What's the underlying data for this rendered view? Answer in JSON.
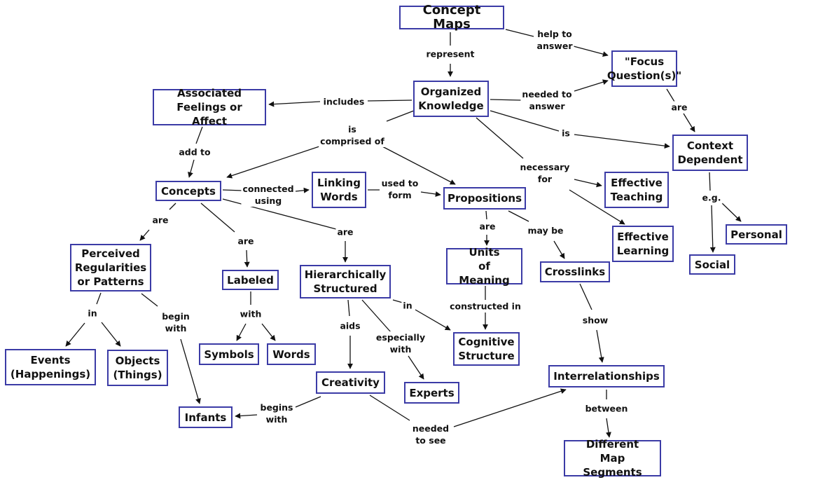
{
  "title": "Concept Maps",
  "colors": {
    "node_border": "#3b3ba6",
    "line": "#111111",
    "text": "#111111"
  },
  "nodes": [
    {
      "id": "concept-maps",
      "label": "Concept Maps"
    },
    {
      "id": "focus-questions",
      "label": "\"Focus\nQuestion(s)\""
    },
    {
      "id": "organized-knowledge",
      "label": "Organized\nKnowledge"
    },
    {
      "id": "associated-feelings",
      "label": "Associated\nFeelings or Affect"
    },
    {
      "id": "context-dependent",
      "label": "Context\nDependent"
    },
    {
      "id": "concepts",
      "label": "Concepts"
    },
    {
      "id": "linking-words",
      "label": "Linking\nWords"
    },
    {
      "id": "propositions",
      "label": "Propositions"
    },
    {
      "id": "effective-teaching",
      "label": "Effective\nTeaching"
    },
    {
      "id": "effective-learning",
      "label": "Effective\nLearning"
    },
    {
      "id": "personal",
      "label": "Personal"
    },
    {
      "id": "social",
      "label": "Social"
    },
    {
      "id": "perceived-regularities",
      "label": "Perceived\nRegularities\nor Patterns"
    },
    {
      "id": "labeled",
      "label": "Labeled"
    },
    {
      "id": "hierarchically-structured",
      "label": "Hierarchically\nStructured"
    },
    {
      "id": "units-of-meaning",
      "label": "Units\nof Meaning"
    },
    {
      "id": "crosslinks",
      "label": "Crosslinks"
    },
    {
      "id": "events",
      "label": "Events\n(Happenings)"
    },
    {
      "id": "objects",
      "label": "Objects\n(Things)"
    },
    {
      "id": "symbols",
      "label": "Symbols"
    },
    {
      "id": "words",
      "label": "Words"
    },
    {
      "id": "cognitive-structure",
      "label": "Cognitive\nStructure"
    },
    {
      "id": "creativity",
      "label": "Creativity"
    },
    {
      "id": "experts",
      "label": "Experts"
    },
    {
      "id": "interrelationships",
      "label": "Interrelationships"
    },
    {
      "id": "infants",
      "label": "Infants"
    },
    {
      "id": "different-map-segments",
      "label": "Different\nMap Segments"
    }
  ],
  "links": [
    {
      "id": "represent",
      "label": "represent",
      "from": "concept-maps",
      "to": [
        "organized-knowledge"
      ]
    },
    {
      "id": "help-to-answer",
      "label": "help to\nanswer",
      "from": "concept-maps",
      "to": [
        "focus-questions"
      ]
    },
    {
      "id": "needed-to-answer",
      "label": "needed to\nanswer",
      "from": "organized-knowledge",
      "to": [
        "focus-questions"
      ]
    },
    {
      "id": "includes",
      "label": "includes",
      "from": "organized-knowledge",
      "to": [
        "associated-feelings"
      ]
    },
    {
      "id": "are-focus",
      "label": "are",
      "from": "focus-questions",
      "to": [
        "context-dependent"
      ]
    },
    {
      "id": "is",
      "label": "is",
      "from": "organized-knowledge",
      "to": [
        "context-dependent"
      ]
    },
    {
      "id": "is-comprised-of",
      "label": "is\ncomprised of",
      "from": "organized-knowledge",
      "to": [
        "concepts",
        "propositions"
      ]
    },
    {
      "id": "necessary-for",
      "label": "necessary\nfor",
      "from": "organized-knowledge",
      "to": [
        "effective-teaching",
        "effective-learning"
      ]
    },
    {
      "id": "add-to",
      "label": "add to",
      "from": "associated-feelings",
      "to": [
        "concepts"
      ]
    },
    {
      "id": "eg",
      "label": "e.g.",
      "from": "context-dependent",
      "to": [
        "personal",
        "social"
      ]
    },
    {
      "id": "connected-using",
      "label": "connected\nusing",
      "from": "concepts",
      "to": [
        "linking-words"
      ]
    },
    {
      "id": "used-to-form",
      "label": "used to\nform",
      "from": "linking-words",
      "to": [
        "propositions"
      ]
    },
    {
      "id": "are-concepts-1",
      "label": "are",
      "from": "concepts",
      "to": [
        "perceived-regularities"
      ]
    },
    {
      "id": "are-concepts-2",
      "label": "are",
      "from": "concepts",
      "to": [
        "labeled"
      ]
    },
    {
      "id": "are-shared",
      "label": "are",
      "from": "concepts",
      "to": [
        "hierarchically-structured"
      ]
    },
    {
      "id": "are-propositions",
      "label": "are",
      "from": "propositions",
      "to": [
        "units-of-meaning"
      ]
    },
    {
      "id": "may-be",
      "label": "may be",
      "from": "propositions",
      "to": [
        "crosslinks"
      ]
    },
    {
      "id": "in-perceived",
      "label": "in",
      "from": "perceived-regularities",
      "to": [
        "events",
        "objects"
      ]
    },
    {
      "id": "begin-with",
      "label": "begin\nwith",
      "from": "perceived-regularities",
      "to": [
        "infants"
      ]
    },
    {
      "id": "with",
      "label": "with",
      "from": "labeled",
      "to": [
        "symbols",
        "words"
      ]
    },
    {
      "id": "aids",
      "label": "aids",
      "from": "hierarchically-structured",
      "to": [
        "creativity"
      ]
    },
    {
      "id": "especially-with",
      "label": "especially\nwith",
      "from": "hierarchically-structured",
      "to": [
        "experts"
      ]
    },
    {
      "id": "in-hier",
      "label": "in",
      "from": "hierarchically-structured",
      "to": [
        "cognitive-structure"
      ]
    },
    {
      "id": "constructed-in",
      "label": "constructed in",
      "from": "units-of-meaning",
      "to": [
        "cognitive-structure"
      ]
    },
    {
      "id": "show",
      "label": "show",
      "from": "crosslinks",
      "to": [
        "interrelationships"
      ]
    },
    {
      "id": "begins-with",
      "label": "begins\nwith",
      "from": "creativity",
      "to": [
        "infants"
      ]
    },
    {
      "id": "needed-to-see",
      "label": "needed\nto see",
      "from": "creativity",
      "to": [
        "interrelationships"
      ]
    },
    {
      "id": "between",
      "label": "between",
      "from": "interrelationships",
      "to": [
        "different-map-segments"
      ]
    }
  ]
}
